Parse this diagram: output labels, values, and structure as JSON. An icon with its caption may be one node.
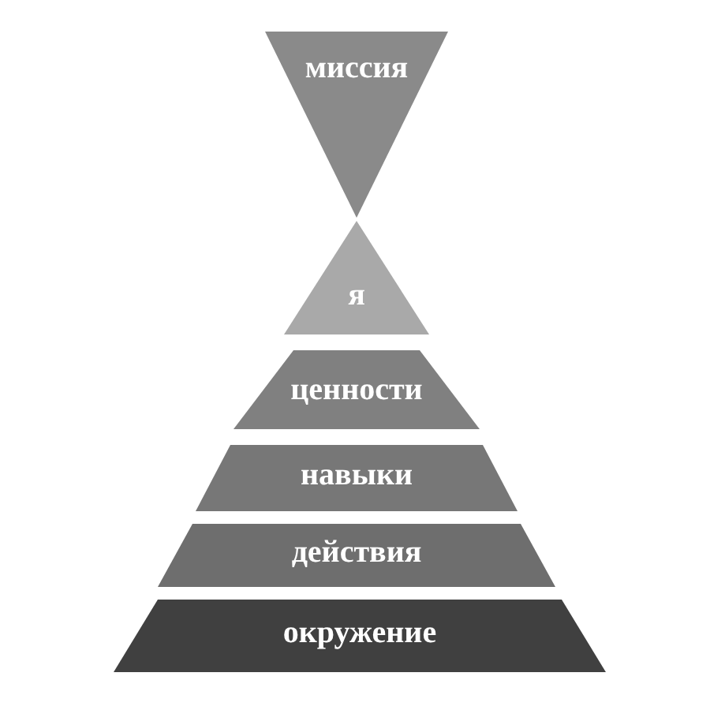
{
  "diagram": {
    "nodes": [
      {
        "text": [
          "миссия"
        ]
      },
      {
        "text": [
          "я"
        ]
      },
      {
        "text": [
          "ценности"
        ]
      },
      {
        "text": [
          "навыки"
        ]
      },
      {
        "text": [
          "действия"
        ]
      },
      {
        "text": [
          "окружение"
        ]
      }
    ]
  }
}
